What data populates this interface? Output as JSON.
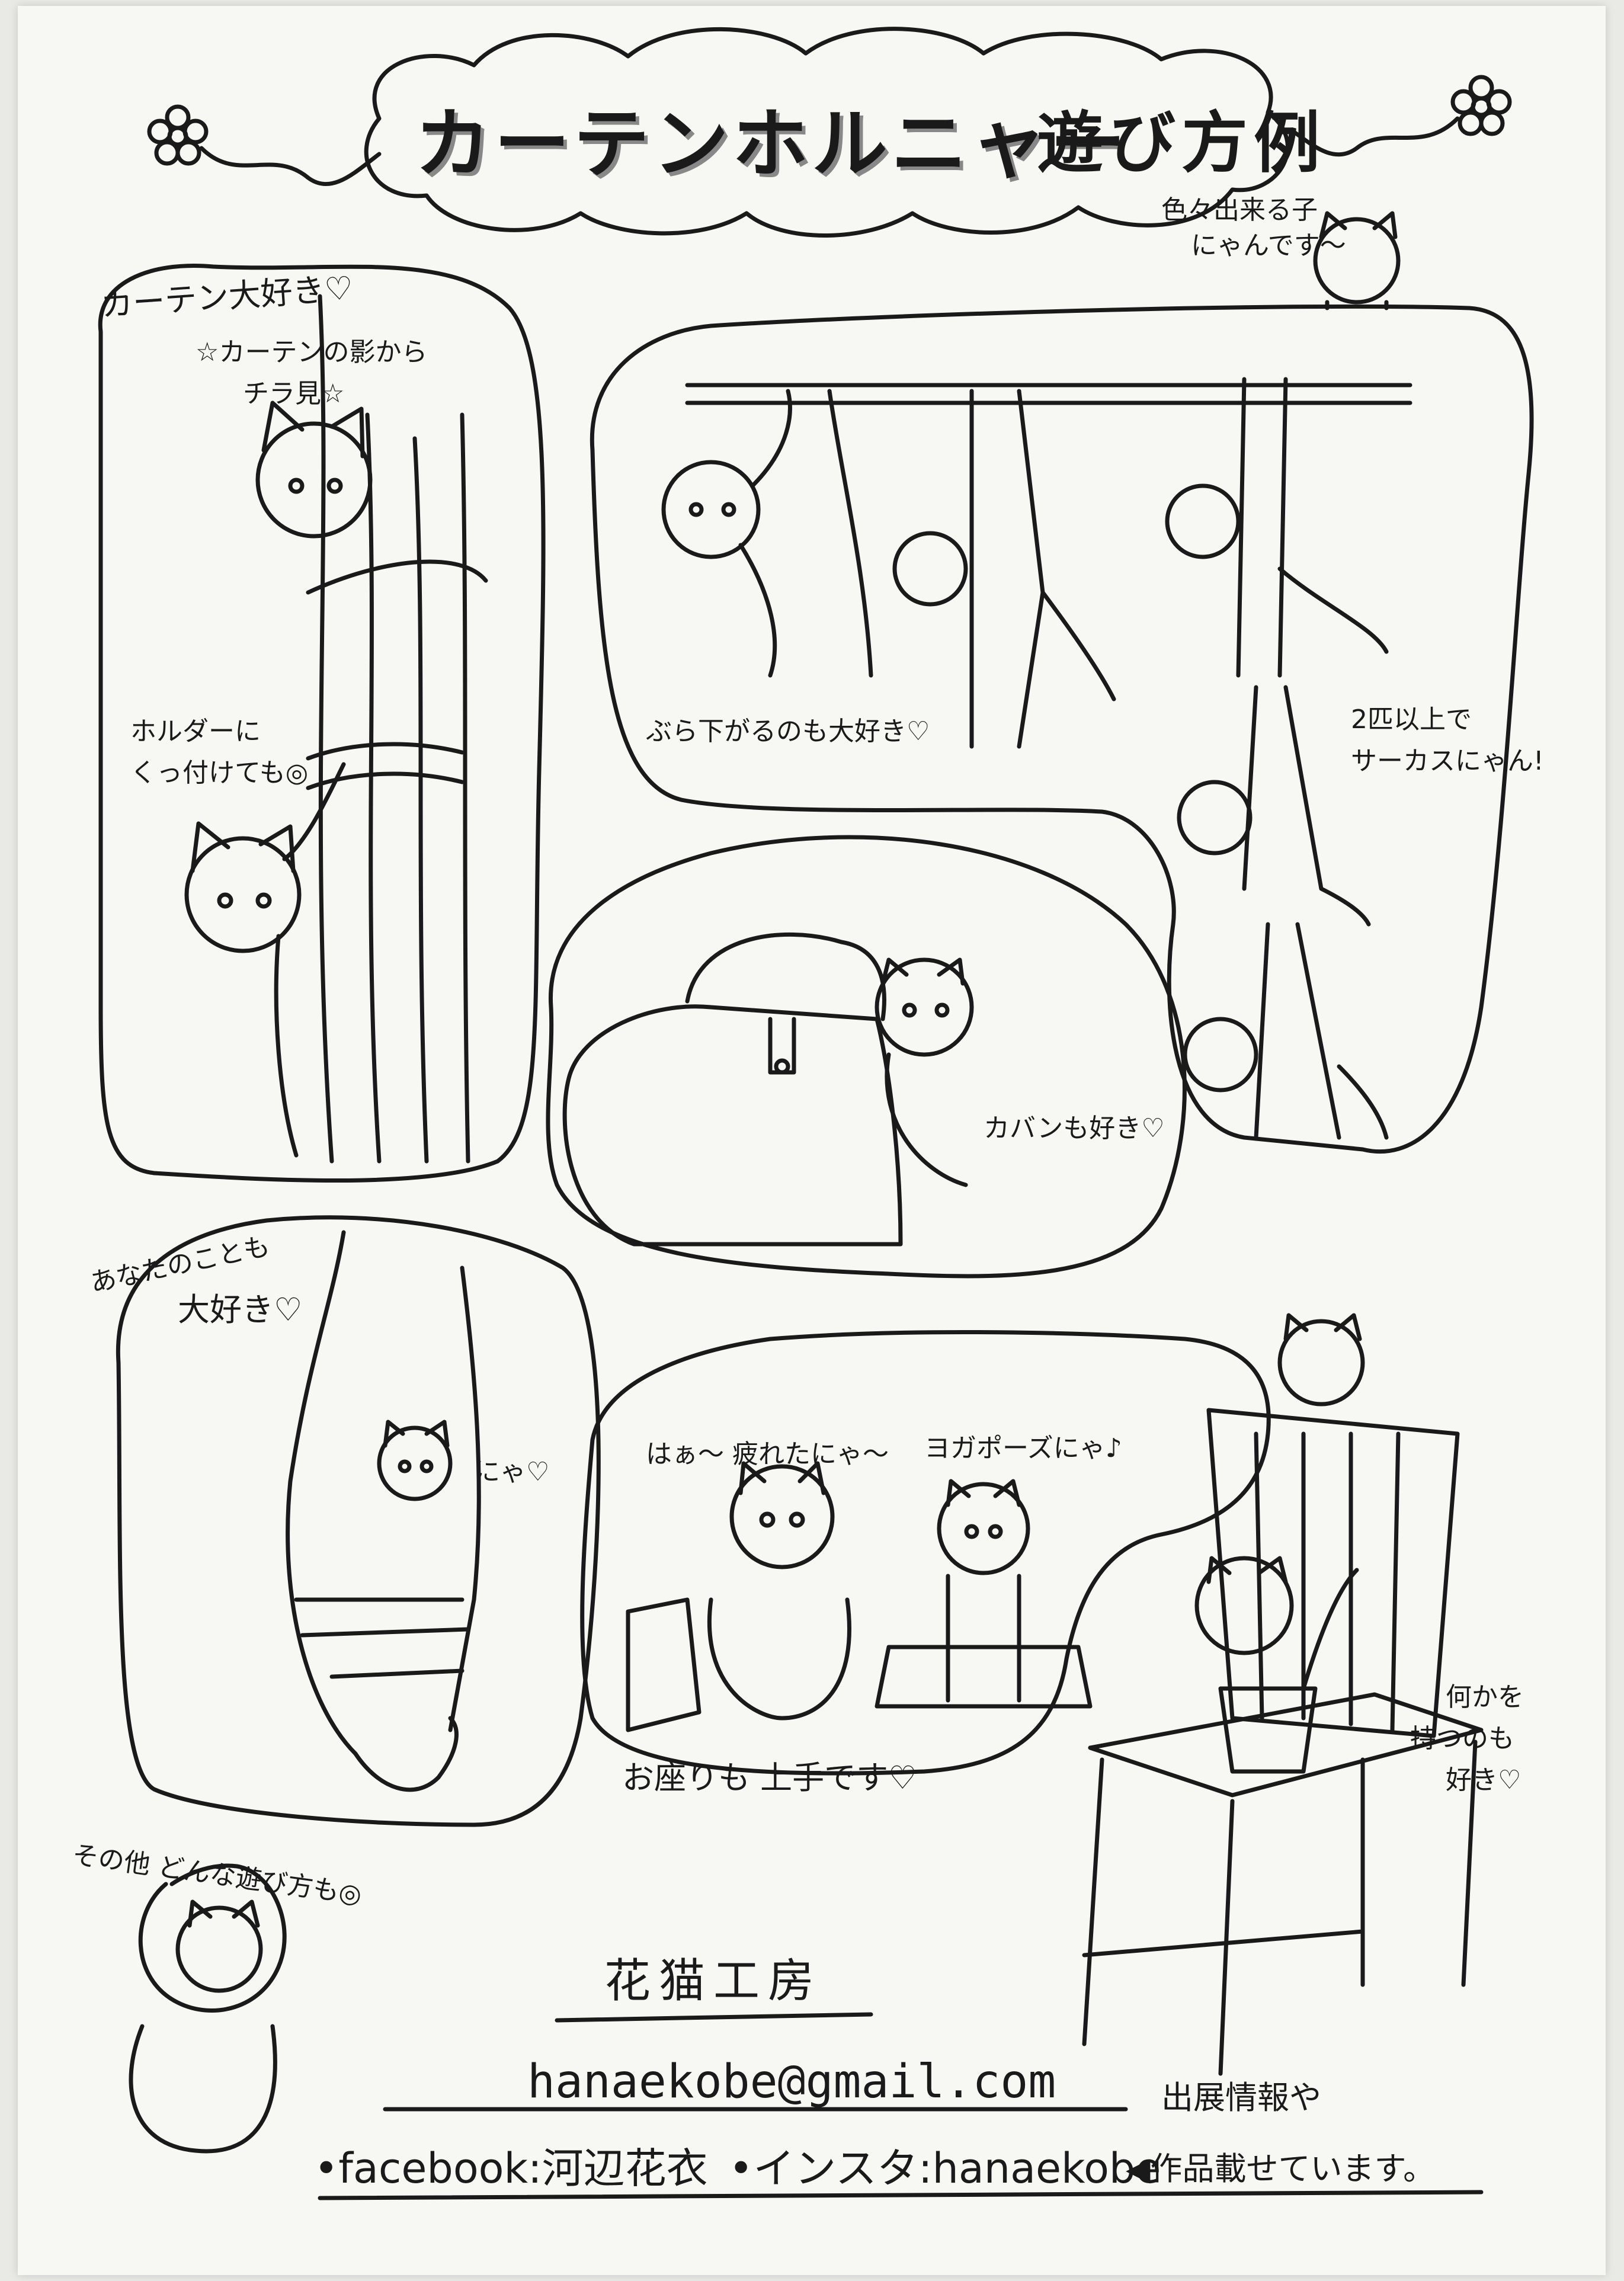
{
  "title": {
    "main": "カーテンホルニャー",
    "sub": "遊び方例"
  },
  "captions": {
    "curtain_love": "カーテン大好き♡",
    "peek_line1": "☆カーテンの影から",
    "peek_line2": "チラ見☆",
    "holder_line1": "ホルダーに",
    "holder_line2": "くっ付けても◎",
    "many_line1": "色々出来る子",
    "many_line2": "にゃんです〜",
    "hanging": "ぶら下がるのも大好き♡",
    "circus_line1": "2匹以上で",
    "circus_line2": "サーカスにゃん!",
    "bag": "カバンも好き♡",
    "you_line1": "あなたのことも",
    "you_line2": "大好き♡",
    "nya": "にゃ♡",
    "tired": "はぁ〜 疲れたにゃ〜",
    "yoga": "ヨガポーズにゃ♪",
    "sitting": "お座りも 上手です♡",
    "hold_line1": "何かを",
    "hold_line2": "持つのも",
    "hold_line3": "好き♡",
    "other": "その他 どんな遊び方も◎"
  },
  "footer": {
    "brand": "花猫工房",
    "email": "hanaekobe@gmail.com",
    "facebook": "•facebook:河辺花衣",
    "insta": "•インスタ:hanaekobe",
    "info_line1": "出展情報や",
    "info_line2": "◀作品載せています。"
  }
}
